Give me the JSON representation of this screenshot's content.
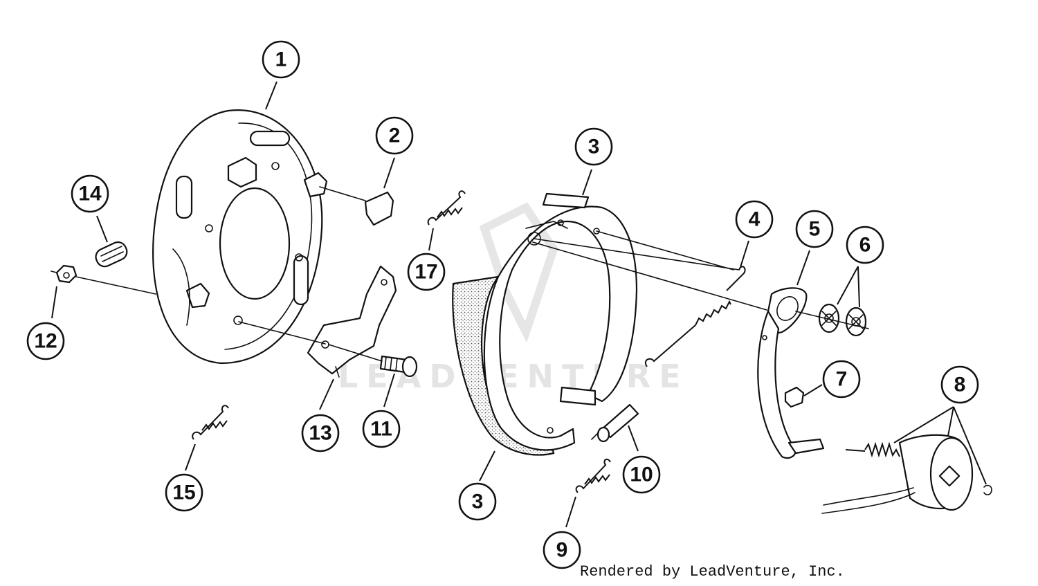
{
  "diagram": {
    "callouts": [
      {
        "id": "c1",
        "label": "1"
      },
      {
        "id": "c2",
        "label": "2"
      },
      {
        "id": "c3a",
        "label": "3"
      },
      {
        "id": "c3b",
        "label": "3"
      },
      {
        "id": "c4",
        "label": "4"
      },
      {
        "id": "c5",
        "label": "5"
      },
      {
        "id": "c6",
        "label": "6"
      },
      {
        "id": "c7",
        "label": "7"
      },
      {
        "id": "c8",
        "label": "8"
      },
      {
        "id": "c9",
        "label": "9"
      },
      {
        "id": "c10",
        "label": "10"
      },
      {
        "id": "c11",
        "label": "11"
      },
      {
        "id": "c12",
        "label": "12"
      },
      {
        "id": "c13",
        "label": "13"
      },
      {
        "id": "c14",
        "label": "14"
      },
      {
        "id": "c15",
        "label": "15"
      },
      {
        "id": "c17",
        "label": "17"
      }
    ],
    "watermark_text": "LEADVENTURE",
    "footer_text": "Rendered by LeadVenture, Inc."
  }
}
